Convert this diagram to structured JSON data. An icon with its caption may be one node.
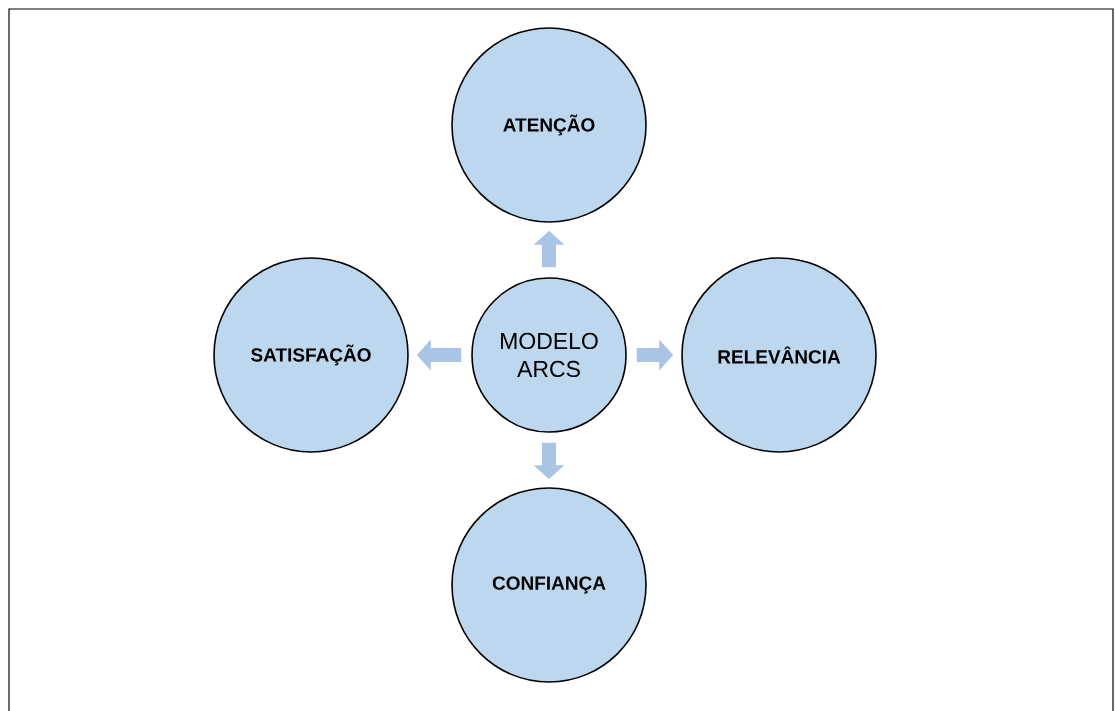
{
  "diagram": {
    "nodes": [
      {
        "text": [
          "ATENÇÃO"
        ]
      },
      {
        "text": [
          "SATISFAÇÃO"
        ]
      },
      {
        "text": [
          "MODELO ARCS"
        ]
      },
      {
        "text": [
          "RELEVÂNCIA"
        ]
      },
      {
        "text": [
          "CONFIANÇA"
        ]
      }
    ],
    "edges": [
      {
        "from": 2,
        "to": 0,
        "arrow": "to"
      },
      {
        "from": 2,
        "to": 3,
        "arrow": "to"
      },
      {
        "from": 2,
        "to": 4,
        "arrow": "to"
      },
      {
        "from": 2,
        "to": 1,
        "arrow": "to"
      }
    ]
  }
}
